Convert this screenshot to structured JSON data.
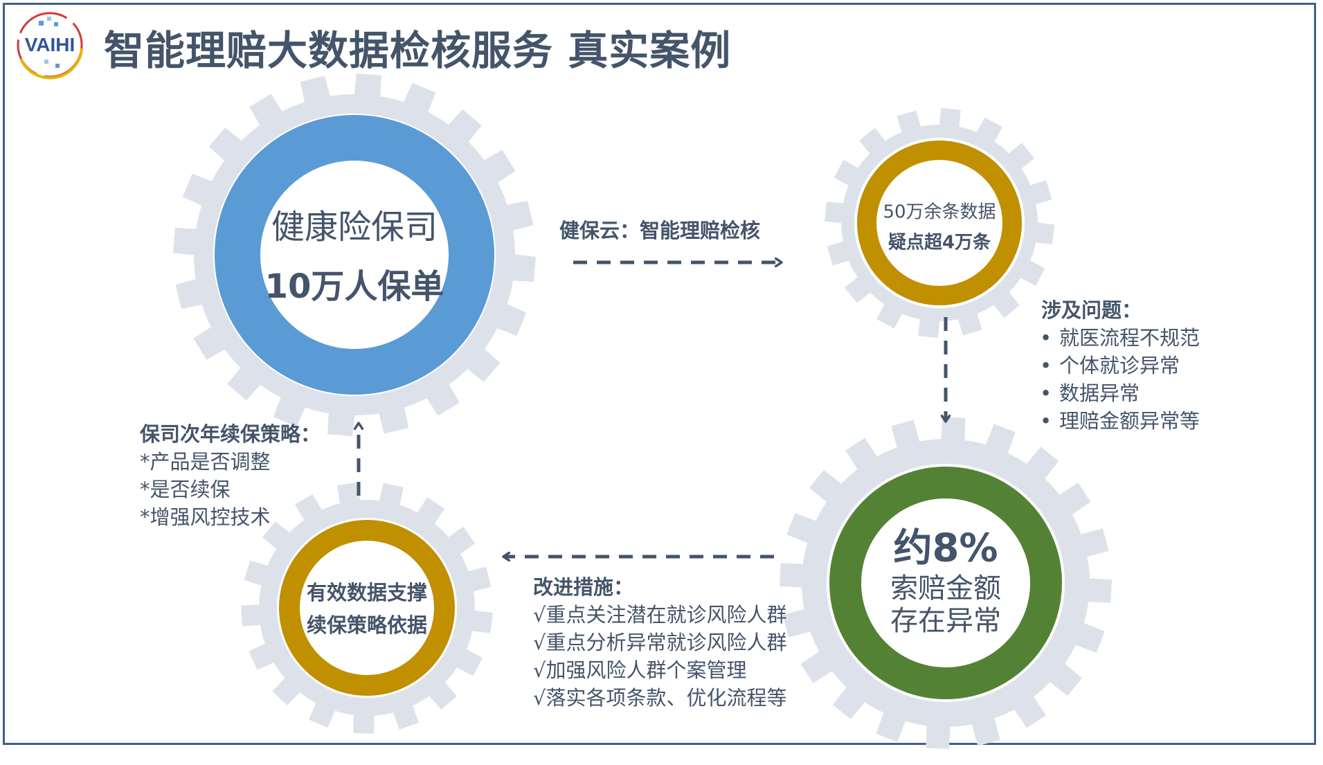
{
  "header": {
    "logo_text": "VAIHI",
    "title": "智能理赔大数据检核服务 真实案例"
  },
  "colors": {
    "gear": "#dde2ea",
    "blue_ring": "#5b9bd5",
    "gold_ring": "#c09000",
    "green_ring": "#548235",
    "text": "#44546a",
    "frame": "#3f5f8a"
  },
  "nodes": {
    "insurer": {
      "line1": "健康险保司",
      "line2": "10万人保单"
    },
    "data": {
      "line1": "50万余条数据",
      "line2": "疑点超4万条"
    },
    "anomaly": {
      "line1": "约8%",
      "line2": "索赔金额",
      "line3": "存在异常"
    },
    "support": {
      "line1": "有效数据支撑",
      "line2": "续保策略依据"
    }
  },
  "arrow_label": "健保云：智能理赔检核",
  "issues": {
    "title": "涉及问题：",
    "items": [
      "就医流程不规范",
      "个体就诊异常",
      "数据异常",
      "理赔金额异常等"
    ]
  },
  "improvements": {
    "title": "改进措施：",
    "items": [
      "√重点关注潜在就诊风险人群",
      "√重点分析异常就诊风险人群",
      "√加强风险人群个案管理",
      "√落实各项条款、优化流程等"
    ]
  },
  "strategy": {
    "title": "保司次年续保策略：",
    "items": [
      "*产品是否调整",
      "*是否续保",
      "*增强风控技术"
    ]
  }
}
